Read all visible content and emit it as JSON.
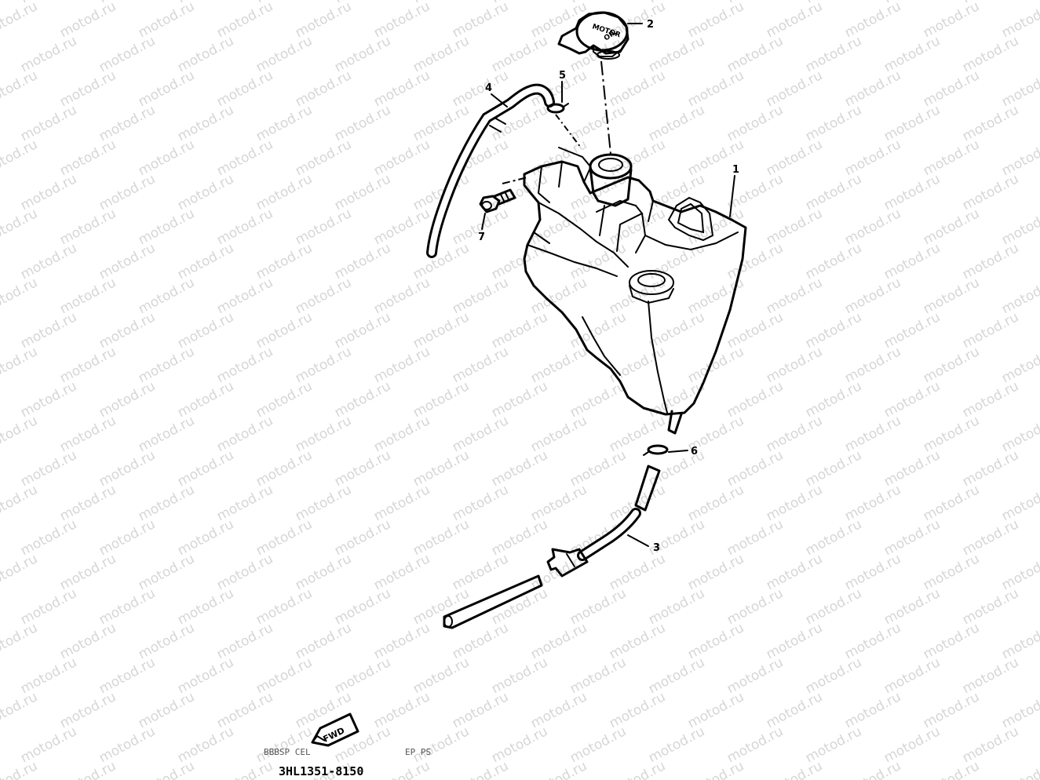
{
  "watermark": {
    "text": "motod.ru"
  },
  "cap_text": {
    "line1": "MOTOR",
    "line2": "OIL"
  },
  "callouts": [
    {
      "label": "1"
    },
    {
      "label": "2"
    },
    {
      "label": "3"
    },
    {
      "label": "4"
    },
    {
      "label": "5"
    },
    {
      "label": "6"
    },
    {
      "label": "7"
    }
  ],
  "fwd_badge": {
    "label": "FWD"
  },
  "smudged_text": {
    "left": "BBBSP  CEL",
    "right": "EP  PS"
  },
  "drawing_code": "3HL1351-8150",
  "colors": {
    "line": "#000000",
    "watermark": "#d6d6d6",
    "background": "#ffffff"
  }
}
